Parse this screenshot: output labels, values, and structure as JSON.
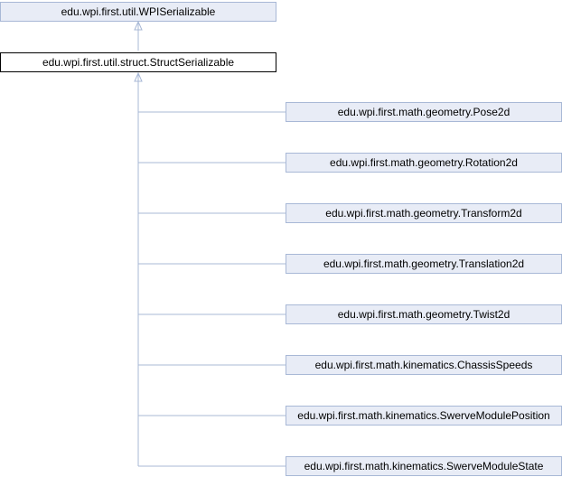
{
  "diagram": {
    "base_class": "edu.wpi.first.util.WPISerializable",
    "current_class": "edu.wpi.first.util.struct.StructSerializable",
    "derived_classes": [
      "edu.wpi.first.math.geometry.Pose2d",
      "edu.wpi.first.math.geometry.Rotation2d",
      "edu.wpi.first.math.geometry.Transform2d",
      "edu.wpi.first.math.geometry.Translation2d",
      "edu.wpi.first.math.geometry.Twist2d",
      "edu.wpi.first.math.kinematics.ChassisSpeeds",
      "edu.wpi.first.math.kinematics.SwerveModulePosition",
      "edu.wpi.first.math.kinematics.SwerveModuleState"
    ],
    "colors": {
      "node_fill": "#e8ecf6",
      "node_border": "#a8b8d6",
      "current_border": "#000000",
      "edge": "#a8b8d6"
    }
  }
}
